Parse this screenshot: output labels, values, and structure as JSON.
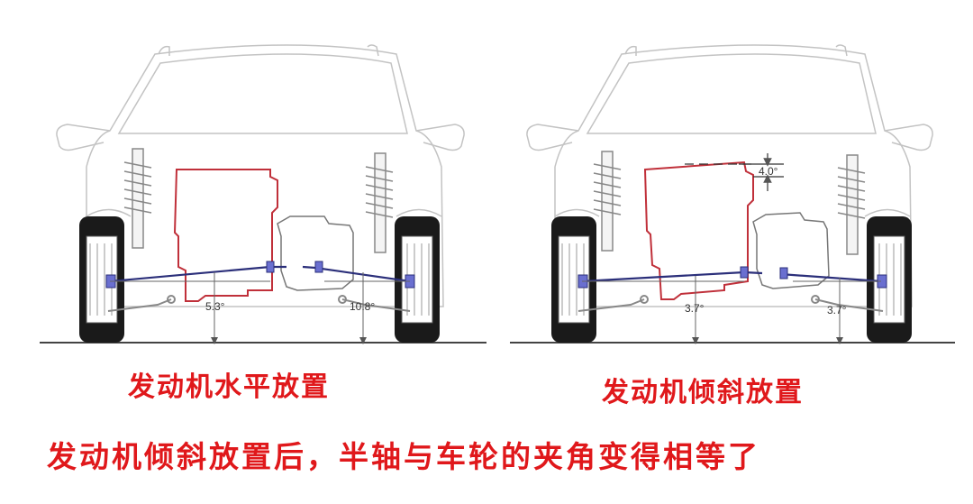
{
  "left_panel": {
    "caption": "发动机水平放置",
    "angle_center": "5.3°",
    "angle_right": "10.8°"
  },
  "right_panel": {
    "caption": "发动机倾斜放置",
    "angle_tilt": "4.0°",
    "angle_center": "3.7°",
    "angle_right": "3.7°"
  },
  "bottom_caption": "发动机倾斜放置后，半轴与车轮的夹角变得相等了",
  "colors": {
    "caption": "#e0181b",
    "engine_outline": "#c0303a",
    "driveshaft": "#2b2f7a",
    "car_outline": "#bfbfbf"
  }
}
